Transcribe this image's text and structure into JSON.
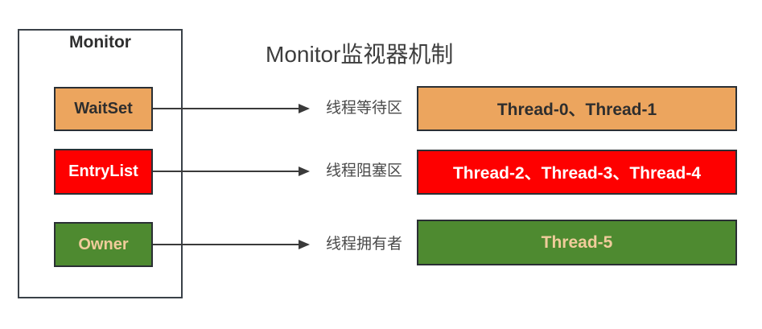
{
  "title": "Monitor监视器机制",
  "colors": {
    "orange": "#ECA55E",
    "red": "#FE0000",
    "green": "#4E8A30",
    "cream": "#F0CC9B",
    "border_outer": "#3A4148",
    "border_box": "#2A2F34",
    "arrow": "#3A3A3A",
    "dark_text": "#2E2E2E",
    "title_text": "#3D3D3D",
    "label_text": "#4A4A4A"
  },
  "monitor": {
    "label": "Monitor"
  },
  "rows": [
    {
      "box_label": "WaitSet",
      "zone_label": "线程等待区",
      "threads": "Thread-0、Thread-1",
      "color": "orange"
    },
    {
      "box_label": "EntryList",
      "zone_label": "线程阻塞区",
      "threads": "Thread-2、Thread-3、Thread-4",
      "color": "red"
    },
    {
      "box_label": "Owner",
      "zone_label": "线程拥有者",
      "threads": "Thread-5",
      "color": "green"
    }
  ]
}
